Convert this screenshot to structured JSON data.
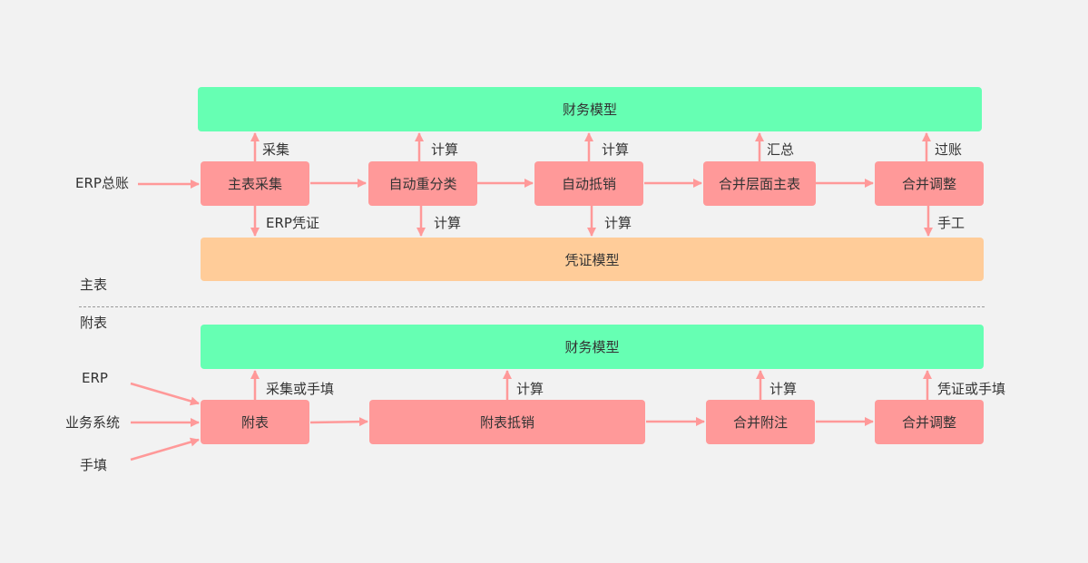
{
  "main_section": {
    "section_label": "主表",
    "top_model": "财务模型",
    "bottom_model": "凭证模型",
    "input_label": "ERP总账",
    "steps": [
      "主表采集",
      "自动重分类",
      "自动抵销",
      "合并层面主表",
      "合并调整"
    ],
    "up_labels": [
      "采集",
      "计算",
      "计算",
      "汇总",
      "过账"
    ],
    "down_labels": [
      "ERP凭证",
      "计算",
      "计算",
      "手工"
    ]
  },
  "appendix_section": {
    "section_label": "附表",
    "top_model": "财务模型",
    "inputs": [
      "ERP",
      "业务系统",
      "手填"
    ],
    "steps": [
      "附表",
      "附表抵销",
      "合并附注",
      "合并调整"
    ],
    "up_labels": [
      "采集或手填",
      "计算",
      "计算",
      "凭证或手填"
    ]
  },
  "colors": {
    "model_green": "#66ffb3",
    "model_orange": "#ffcc99",
    "step_pink": "#ff9999",
    "arrow": "#ff9999",
    "divider": "#999999"
  }
}
